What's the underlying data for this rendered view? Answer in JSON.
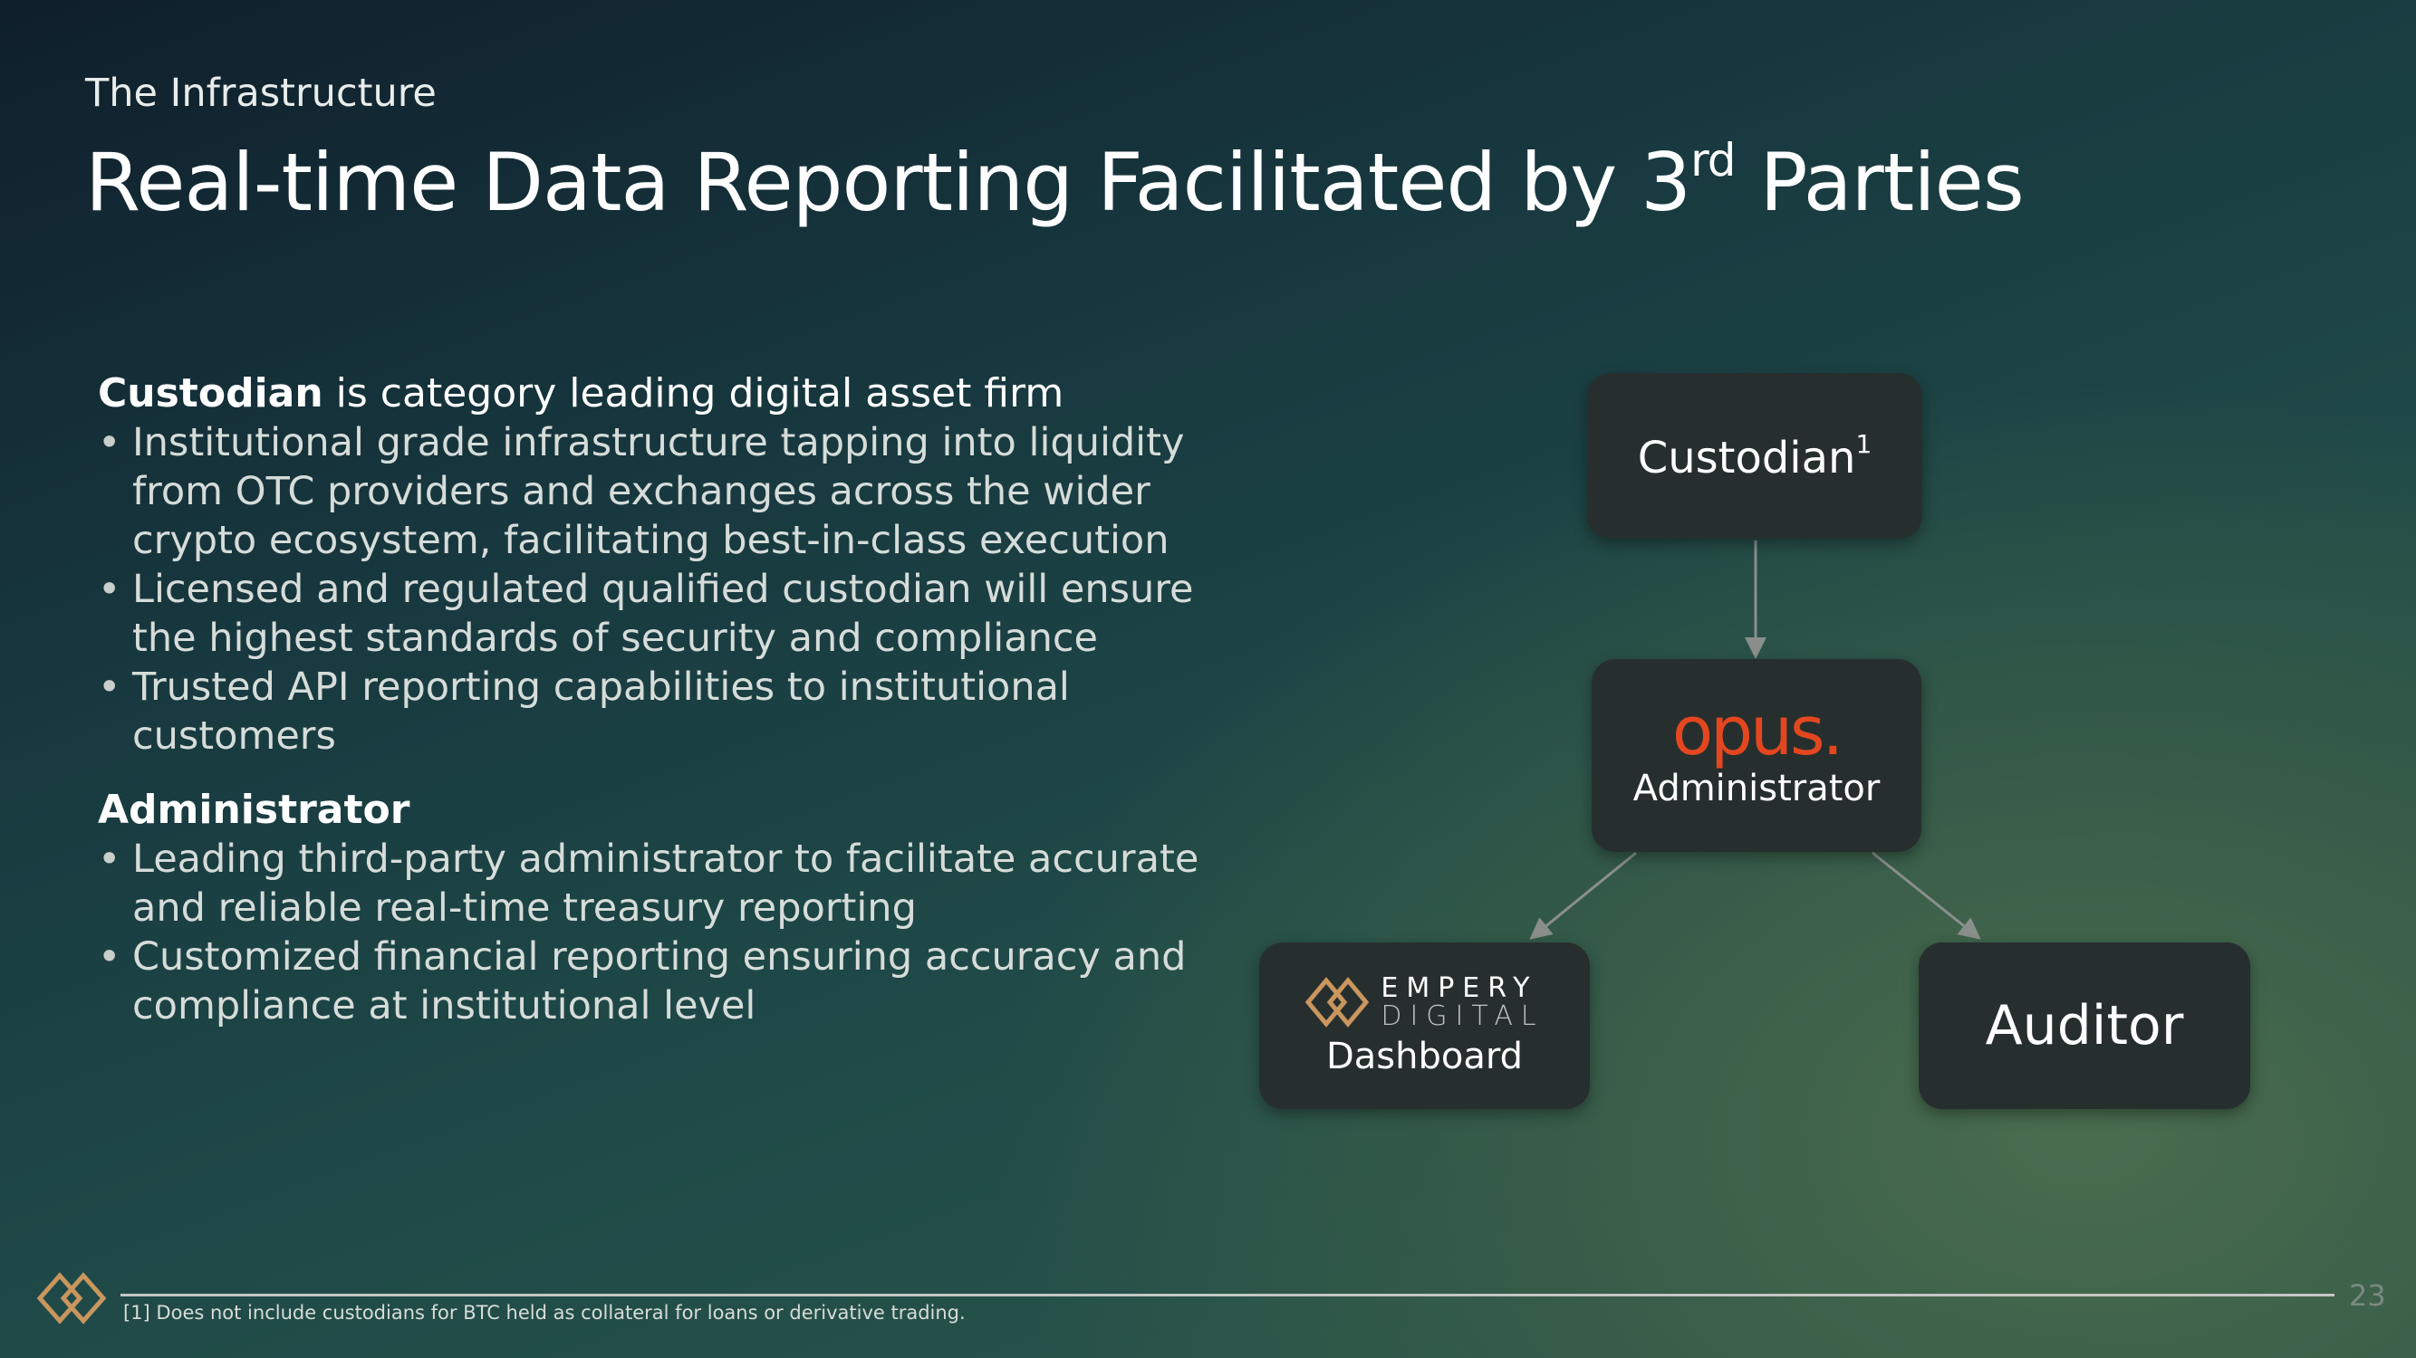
{
  "header": {
    "subtitle": "The Infrastructure",
    "title": "Real-time Data Reporting Facilitated by 3",
    "title_sup": "rd",
    "title_end": " Parties"
  },
  "custodian_section": {
    "heading_bold": "Custodian",
    "heading_rest": " is category leading digital asset firm",
    "bullets": [
      "Institutional grade infrastructure tapping into liquidity from OTC providers and exchanges across the wider crypto ecosystem, facilitating best-in-class execution",
      "Licensed and regulated qualified custodian will ensure the highest standards of security and compliance",
      "Trusted API reporting capabilities to institutional customers"
    ]
  },
  "administrator_section": {
    "heading": "Administrator",
    "bullets": [
      "Leading third-party administrator to facilitate accurate and reliable real-time treasury reporting",
      "Customized financial reporting ensuring accuracy and compliance at institutional level"
    ]
  },
  "diagram": {
    "custodian": "Custodian",
    "custodian_sup": "1",
    "opus_logo": "opus.",
    "administrator": "Administrator",
    "empery_line1": "EMPERY",
    "empery_line2": "DIGITAL",
    "dashboard": "Dashboard",
    "auditor": "Auditor",
    "arrow_color": "#8a8f8c",
    "opus_color": "#e4471f"
  },
  "footer": {
    "footnote": "[1] Does not include custodians for BTC held as collateral for loans or derivative trading.",
    "page_number": "23"
  }
}
